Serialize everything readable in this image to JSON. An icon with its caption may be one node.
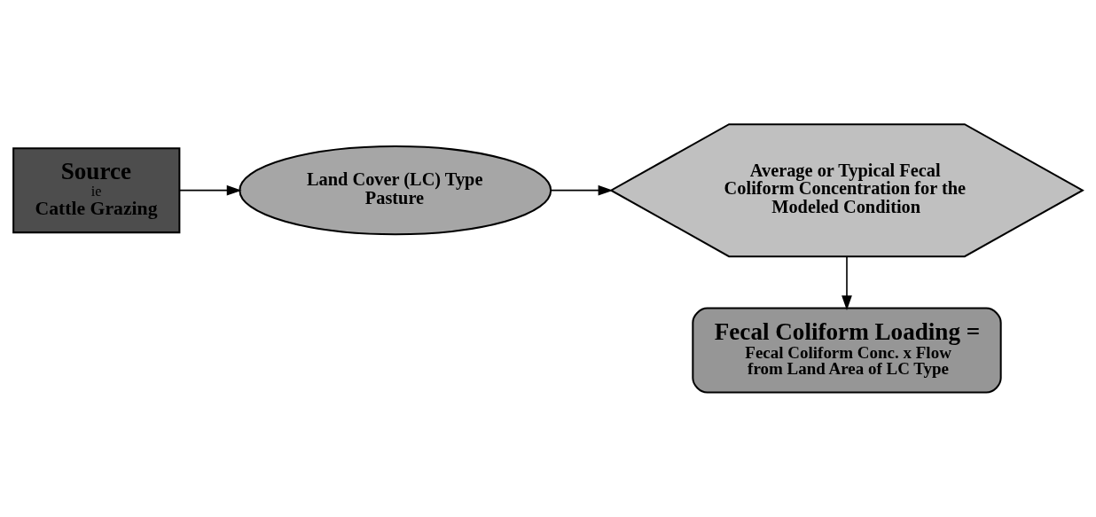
{
  "diagram": {
    "nodes": [
      {
        "text": [
          "Source",
          "ie",
          "Cattle Grazing"
        ]
      },
      {
        "text": [
          "Land Cover (LC) Type Pasture"
        ]
      },
      {
        "text": [
          "Average or Typical Fecal Coliform Concentration for the Modeled Condition"
        ]
      },
      {
        "text": [
          "Fecal Coliform Loading =",
          "Fecal Coliform Conc. x Flow from Land Area of LC Type"
        ]
      }
    ],
    "edges": [
      {
        "from": 0,
        "to": 1,
        "arrow": "to"
      },
      {
        "from": 1,
        "to": 2,
        "arrow": "to"
      },
      {
        "from": 2,
        "to": 3,
        "arrow": "to"
      }
    ]
  }
}
